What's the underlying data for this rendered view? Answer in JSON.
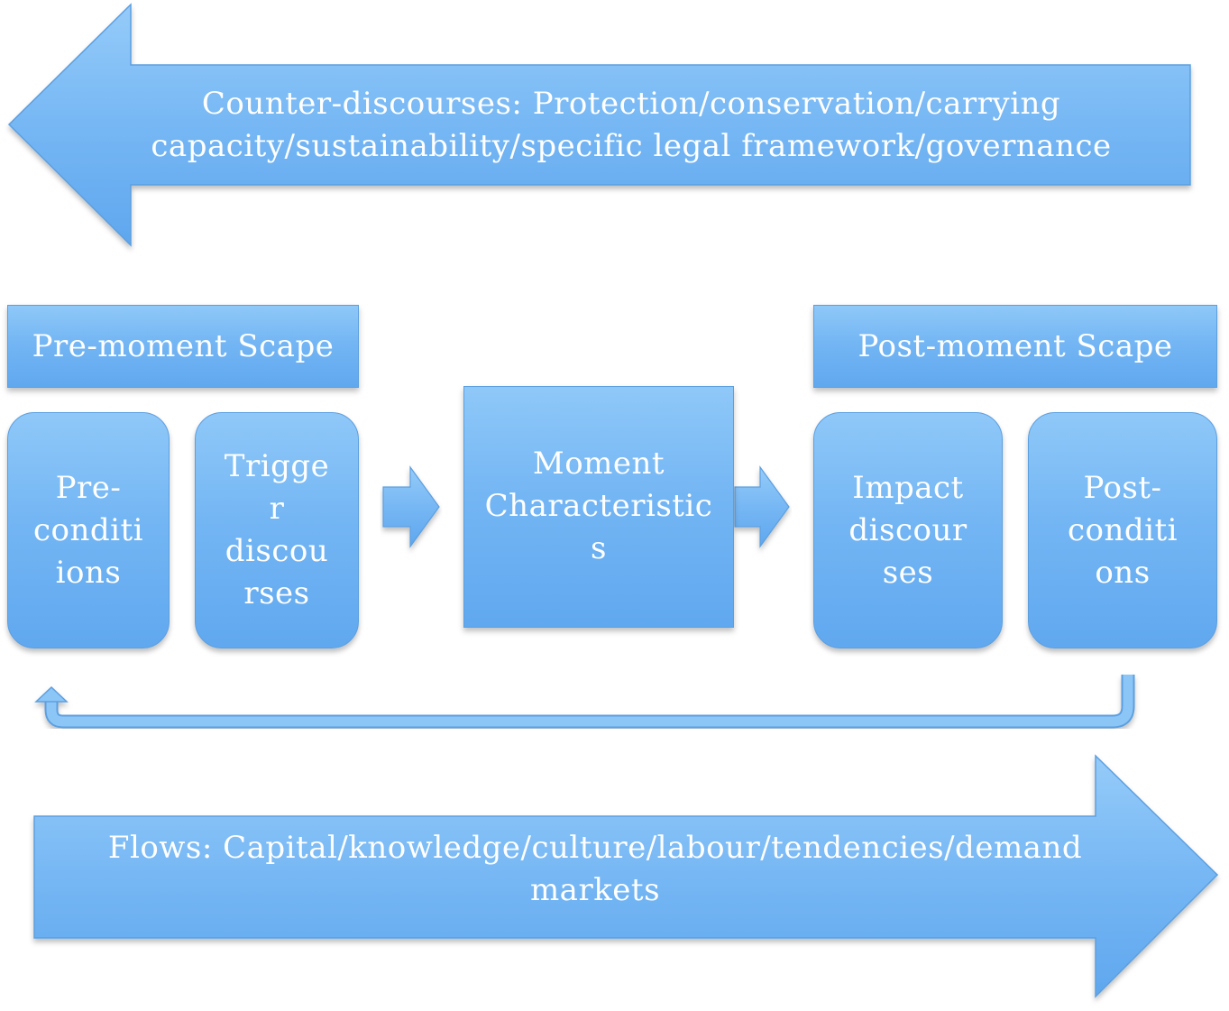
{
  "top_arrow": {
    "line1": "Counter-discourses: Protection/conservation/carrying",
    "line2": "capacity/sustainability/specific legal framework/governance"
  },
  "pre_scape": {
    "label": "Pre-moment Scape"
  },
  "post_scape": {
    "label": "Post-moment Scape"
  },
  "preconditions": {
    "lines": [
      "Pre-",
      "conditi",
      "ions"
    ]
  },
  "trigger": {
    "lines": [
      "Trigge",
      "r",
      "discou",
      "rses"
    ]
  },
  "moment": {
    "lines": [
      "Moment",
      "Characteristic",
      "s"
    ]
  },
  "impact": {
    "lines": [
      "Impact",
      "discour",
      "ses"
    ]
  },
  "postconditions": {
    "lines": [
      "Post-",
      "conditi",
      "ons"
    ]
  },
  "bottom_arrow": {
    "line1": "Flows: Capital/knowledge/culture/labour/tendencies/demand",
    "line2": "markets"
  },
  "colors": {
    "fill_light": "#8fc8f8",
    "fill_dark": "#60a8ef",
    "stroke": "#5b9fe0",
    "text": "#ffffff"
  }
}
